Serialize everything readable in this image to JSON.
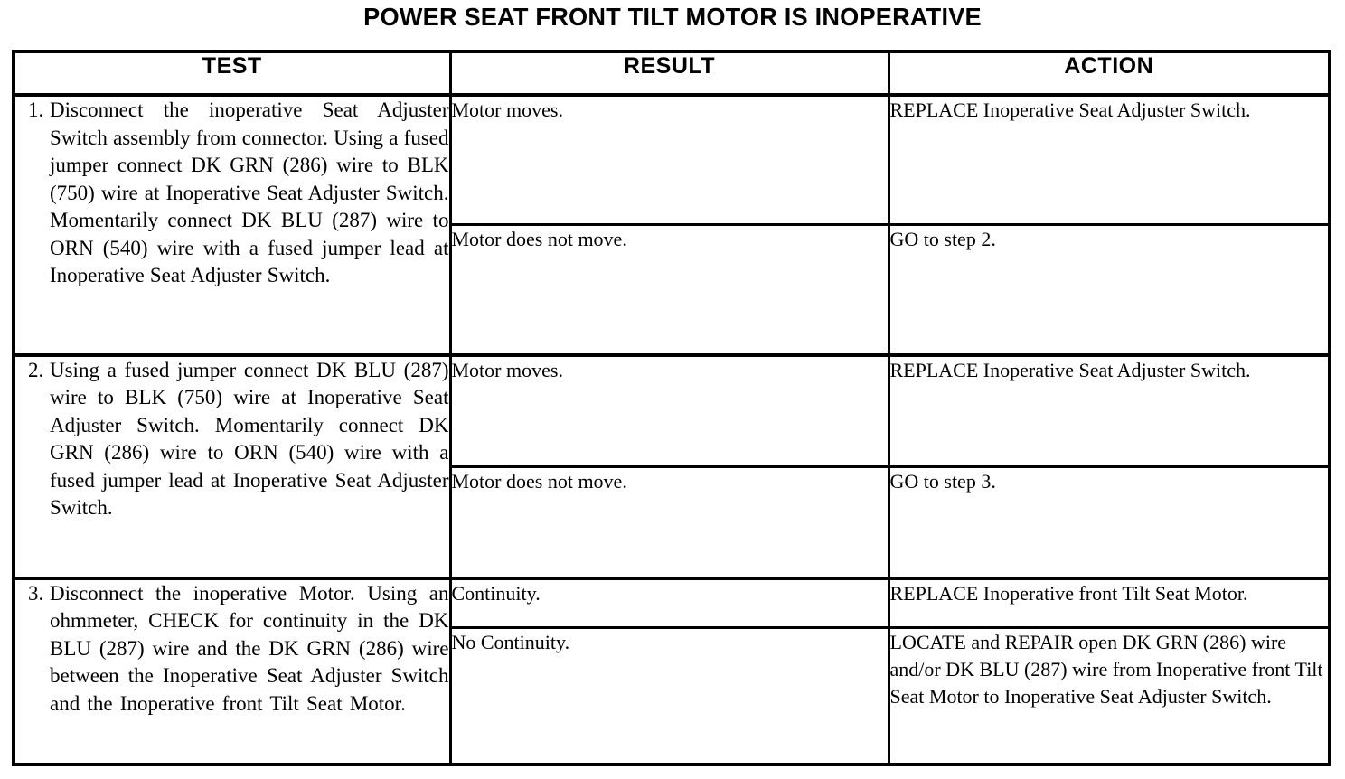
{
  "document": {
    "title": "POWER SEAT FRONT TILT MOTOR IS INOPERATIVE"
  },
  "table": {
    "headers": {
      "test": "TEST",
      "result": "RESULT",
      "action": "ACTION"
    },
    "rows": [
      {
        "number": "1.",
        "test": "Disconnect the inoperative Seat Adjuster Switch assembly from connector. Using a fused jumper connect DK GRN (286) wire to BLK (750) wire at Inoperative Seat Adjuster Switch. Momentarily connect DK BLU (287) wire to ORN (540) wire with a fused jumper lead at Inoperative Seat Adjuster Switch.",
        "outcomes": [
          {
            "result": "Motor moves.",
            "action": "REPLACE Inoperative Seat Adjuster Switch."
          },
          {
            "result": "Motor does not move.",
            "action": "GO to step 2."
          }
        ]
      },
      {
        "number": "2.",
        "test": "Using a fused jumper connect DK BLU (287) wire to BLK (750) wire at Inoperative Seat Adjuster Switch. Momentarily connect DK GRN (286) wire to ORN (540) wire with a fused jumper lead at Inoperative Seat Adjuster Switch.",
        "outcomes": [
          {
            "result": "Motor moves.",
            "action": "REPLACE Inoperative Seat Adjuster Switch."
          },
          {
            "result": "Motor does not move.",
            "action": "GO to step 3."
          }
        ]
      },
      {
        "number": "3.",
        "test": "Disconnect the inoperative Motor. Using an ohmmeter, CHECK for continuity in the DK BLU (287) wire and the DK GRN (286) wire between the Inoperative Seat Adjuster Switch and the Inoperative front Tilt Seat Motor.",
        "outcomes": [
          {
            "result": "Continuity.",
            "action": "REPLACE Inoperative front Tilt Seat Motor."
          },
          {
            "result": "No Continuity.",
            "action": "LOCATE and REPAIR open DK GRN (286) wire and/or DK BLU (287) wire from Inoperative front Tilt Seat Motor to Inoperative Seat Adjuster Switch."
          }
        ]
      }
    ]
  },
  "colors": {
    "ink": "#000000",
    "paper": "#ffffff"
  }
}
